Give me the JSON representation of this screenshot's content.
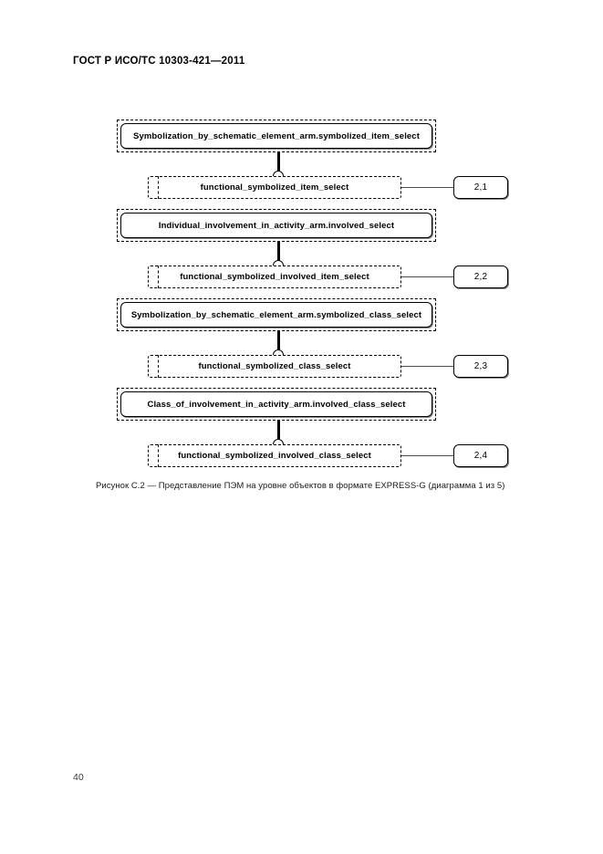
{
  "document": {
    "header": "ГОСТ Р ИСО/ТС 10303-421—2011",
    "page_number": "40"
  },
  "figure": {
    "caption": "Рисунок  С.2 — Представление ПЭМ на уровне объектов в формате EXPRESS-G (диаграмма 1 из 5)",
    "groups": [
      {
        "arm_entity": "Symbolization_by_schematic_element_arm.symbolized_item_select",
        "select_entity": "functional_symbolized_item_select",
        "page_ref": "2,1"
      },
      {
        "arm_entity": "Individual_involvement_in_activity_arm.involved_select",
        "select_entity": "functional_symbolized_involved_item_select",
        "page_ref": "2,2"
      },
      {
        "arm_entity": "Symbolization_by_schematic_element_arm.symbolized_class_select",
        "select_entity": "functional_symbolized_class_select",
        "page_ref": "2,3"
      },
      {
        "arm_entity": "Class_of_involvement_in_activity_arm.involved_class_select",
        "select_entity": "functional_symbolized_involved_class_select",
        "page_ref": "2,4"
      }
    ]
  }
}
